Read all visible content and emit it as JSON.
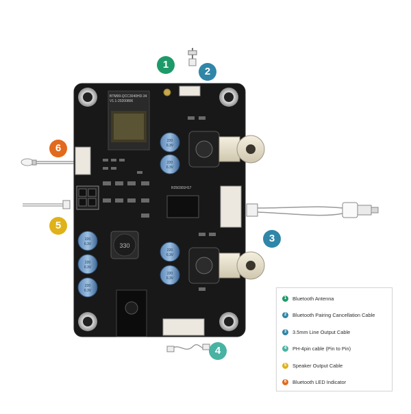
{
  "callouts": [
    {
      "number": "1",
      "color": "#1e9a6a"
    },
    {
      "number": "2",
      "color": "#2f86a8"
    },
    {
      "number": "3",
      "color": "#2f86a8"
    },
    {
      "number": "4",
      "color": "#49b3a3"
    },
    {
      "number": "5",
      "color": "#e0b21a"
    },
    {
      "number": "6",
      "color": "#e26a1c"
    }
  ],
  "legend": {
    "items": [
      {
        "number": "1",
        "label": "Bluetooth Antenna",
        "color": "#1e9a6a"
      },
      {
        "number": "2",
        "label": "Bluetooth Pairing Cancellation Cable",
        "color": "#2f86a8"
      },
      {
        "number": "3",
        "label": "3.5mm Line Output Cable",
        "color": "#2f86a8"
      },
      {
        "number": "4",
        "label": "PH-4pin cable (Pin to Pin)",
        "color": "#49b3a3"
      },
      {
        "number": "5",
        "label": "Speaker Output Cable",
        "color": "#e0b21a"
      },
      {
        "number": "6",
        "label": "Bluetooth LED Indicator",
        "color": "#e26a1c"
      }
    ]
  },
  "board": {
    "module_text": "BTM99-QCC3040HD-34",
    "module_version": "V1.1-20200806",
    "board_id": "R250301H17",
    "inductor_text": "330",
    "capacitor_value": "220",
    "capacitor_voltage": "6.3V"
  }
}
